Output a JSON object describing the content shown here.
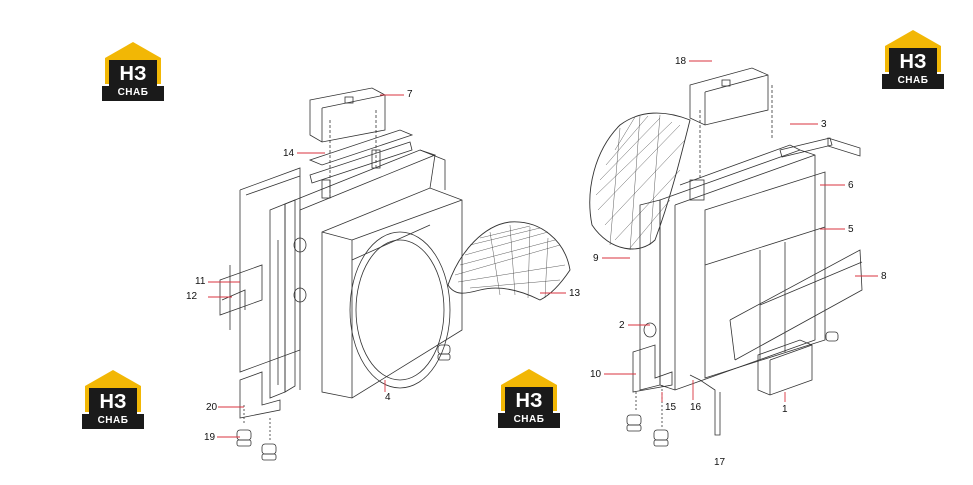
{
  "logos": [
    {
      "letters": "НЗ",
      "caption": "СНАБ"
    },
    {
      "letters": "НЗ",
      "caption": "СНАБ"
    },
    {
      "letters": "НЗ",
      "caption": "СНАБ"
    },
    {
      "letters": "НЗ",
      "caption": "СНАБ"
    }
  ],
  "callouts": {
    "c1": "1",
    "c2": "2",
    "c3": "3",
    "c4": "4",
    "c5": "5",
    "c6": "6",
    "c7": "7",
    "c8": "8",
    "c9": "9",
    "c10": "10",
    "c11": "11",
    "c12": "12",
    "c13": "13",
    "c14": "14",
    "c15": "15",
    "c16": "16",
    "c17": "17",
    "c18": "18",
    "c19": "19",
    "c20": "20"
  },
  "colors": {
    "logo_yellow": "#f2b705",
    "logo_black": "#1a1a1a",
    "leader_red": "#d9333f",
    "line": "#333333"
  }
}
